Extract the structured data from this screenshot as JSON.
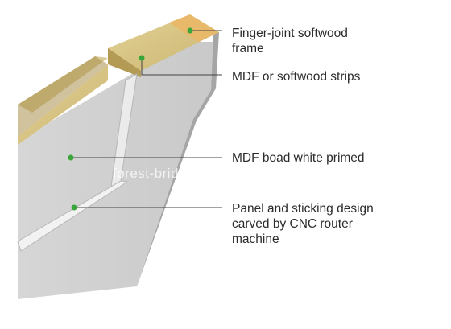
{
  "labels": {
    "frame": "Finger-joint softwood\nframe",
    "strips": "MDF or softwood strips",
    "board": "MDF boad white primed",
    "panel": "Panel and sticking  design\ncarved by CNC router\nmachine"
  },
  "watermark": "forest-brid",
  "colors": {
    "wood": "#d9c98a",
    "wood_dark": "#b39a55",
    "panel_face": "#d3d3d3",
    "panel_side": "#9a9a9a",
    "leader": "#444444",
    "dot": "#3aa63a"
  }
}
